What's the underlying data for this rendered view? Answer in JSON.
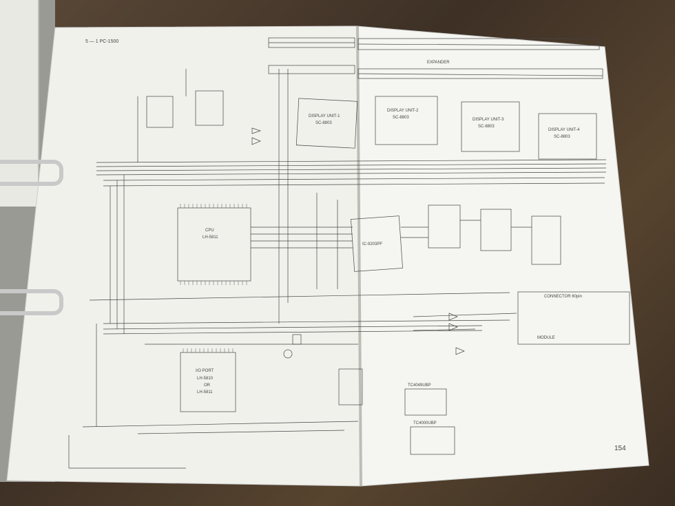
{
  "page": {
    "header_left": "5 — 1   PC-1500",
    "page_number": "154"
  },
  "chips": {
    "cpu": {
      "label": "CPU",
      "part": "LH-5811"
    },
    "io_port": {
      "label": "I/O PORT",
      "part": "LH-5810",
      "alt_or": "OR",
      "alt_part": "LH-5811"
    },
    "gate_array": {
      "label": "IC-9203PF"
    },
    "display1": {
      "label": "DISPLAY UNIT-1",
      "part": "SC-8803"
    },
    "display2": {
      "label": "DISPLAY UNIT-2",
      "part": "SC-8803"
    },
    "display3": {
      "label": "DISPLAY UNIT-3",
      "part": "SC-8803"
    },
    "display4": {
      "label": "DISPLAY UNIT-4",
      "part": "SC-8803"
    }
  },
  "misc": {
    "connector_label": "CONNECTOR 60pin",
    "module_label": "MODULE",
    "logic1": "TC4049UBP",
    "logic2": "TC4000UBP",
    "bus_label": "EXPANDER"
  },
  "colors": {
    "paper": "#f3f3ef",
    "ink": "#3a3a3a",
    "table": "#4a3a2c"
  }
}
